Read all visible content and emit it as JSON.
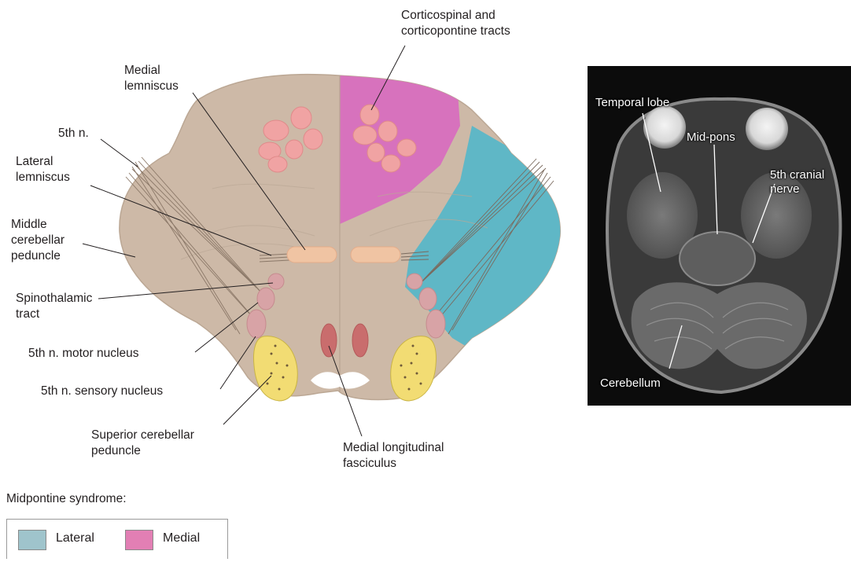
{
  "labels": {
    "corticospinal": "Corticospinal and\ncorticopontine tracts",
    "medial_lemniscus": "Medial\nlemniscus",
    "fifth_n": "5th n.",
    "lateral_lemniscus": "Lateral\nlemniscus",
    "middle_cerebellar": "Middle\ncerebellar\npeduncle",
    "spinothalamic": "Spinothalamic\ntract",
    "motor_nucleus": "5th n. motor nucleus",
    "sensory_nucleus": "5th n. sensory nucleus",
    "superior_cerebellar": "Superior cerebellar\npeduncle",
    "mlf": "Medial longitudinal\nfasciculus"
  },
  "mri_labels": {
    "temporal_lobe": "Temporal lobe",
    "mid_pons": "Mid-pons",
    "fifth_cranial_nerve": "5th cranial\nnerve",
    "cerebellum": "Cerebellum"
  },
  "legend": {
    "title": "Midpontine syndrome:",
    "items": [
      {
        "label": "Lateral",
        "color": "#9fc4cc"
      },
      {
        "label": "Medial",
        "color": "#e27fb4"
      }
    ]
  },
  "colors": {
    "pons": "#cdb9a7",
    "lateral": "#5fb7c6",
    "medial": "#d772bd",
    "nucleus": "#d8a3a6",
    "lemniscus": "#f0c4a3",
    "peduncle": "#f2dc73",
    "mlf": "#c96d6d"
  }
}
